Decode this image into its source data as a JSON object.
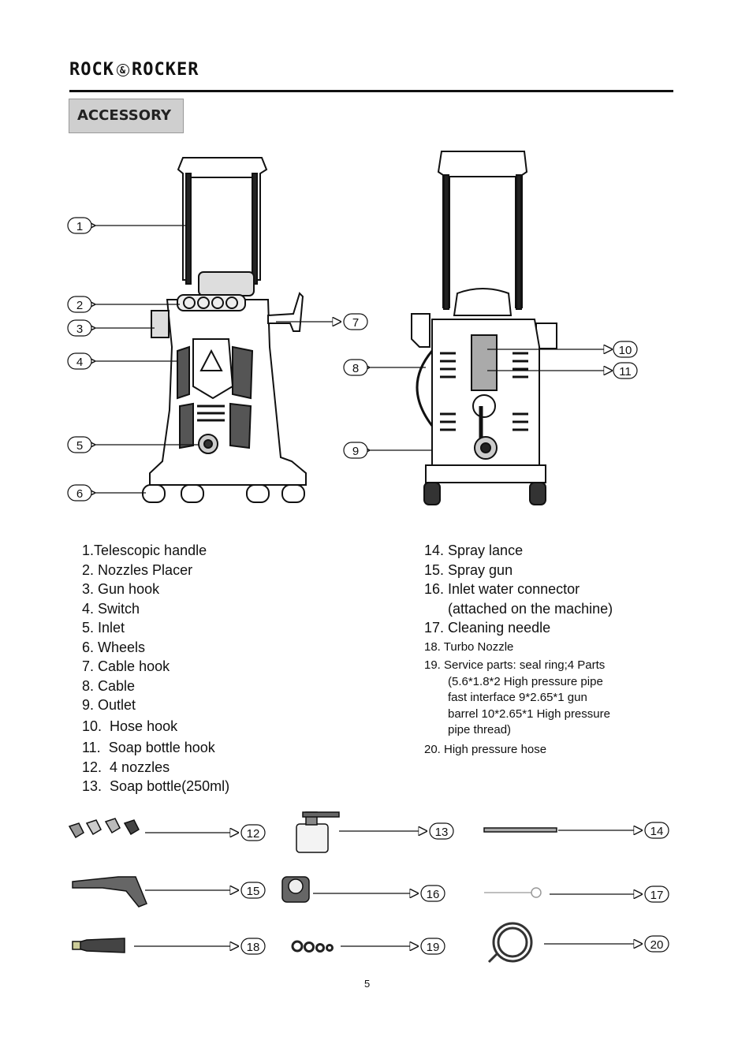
{
  "brand": "ROCK&ROCKER",
  "brand_left": "ROCK",
  "brand_amp": "&",
  "brand_right": "ROCKER",
  "section_title": "ACCESSORY",
  "callouts": [
    "1",
    "2",
    "3",
    "4",
    "5",
    "6",
    "7",
    "8",
    "9",
    "10",
    "11",
    "12",
    "13",
    "14",
    "15",
    "16",
    "17",
    "18",
    "19",
    "20"
  ],
  "parts_left": [
    {
      "n": "1.",
      "t": "Telescopic handle"
    },
    {
      "n": "2.",
      "t": "Nozzles Placer"
    },
    {
      "n": "3.",
      "t": "Gun hook"
    },
    {
      "n": "4.",
      "t": "Switch"
    },
    {
      "n": "5.",
      "t": "Inlet"
    },
    {
      "n": "6.",
      "t": "Wheels"
    },
    {
      "n": "7.",
      "t": "Cable hook"
    },
    {
      "n": "8.",
      "t": "Cable"
    },
    {
      "n": "9.",
      "t": "Outlet"
    },
    {
      "n": "10.",
      "t": "Hose hook"
    },
    {
      "n": "11.",
      "t": "Soap bottle hook"
    },
    {
      "n": "12.",
      "t": "4 nozzles"
    },
    {
      "n": "13.",
      "t": "Soap bottle(250ml)"
    }
  ],
  "parts_right": {
    "p14": "14.  Spray lance",
    "p15": "15.  Spray gun",
    "p16": "16.  Inlet water connector",
    "p16b": "(attached on the machine)",
    "p17": "17.  Cleaning needle",
    "p18": "18. Turbo Nozzle",
    "p19": "19. Service parts: seal ring;4 Parts",
    "p19b": "(5.6*1.8*2 High pressure pipe",
    "p19c": "fast interface 9*2.65*1 gun",
    "p19d": "barrel 10*2.65*1 High pressure",
    "p19e": "pipe thread)",
    "p20": "20. High pressure hose"
  },
  "page_number": "5"
}
